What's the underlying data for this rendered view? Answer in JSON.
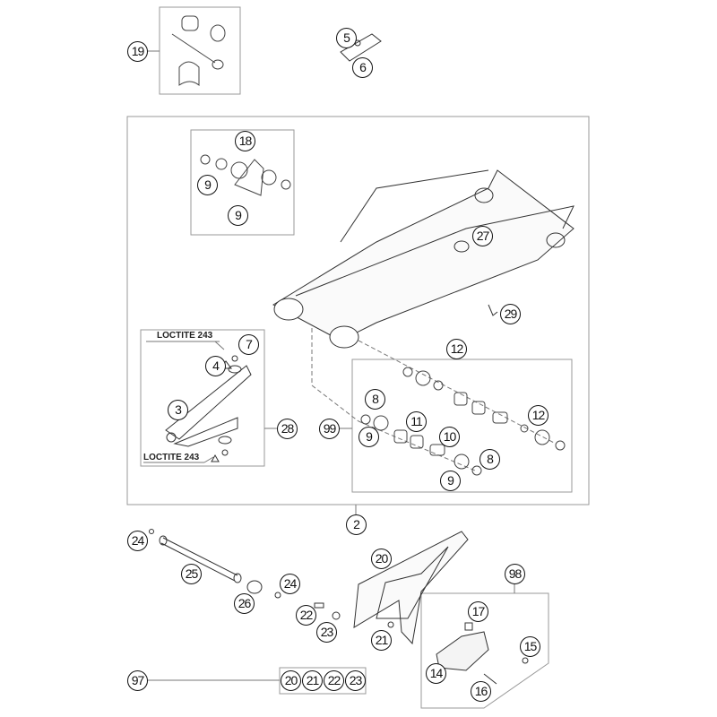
{
  "callouts": [
    "19",
    "5",
    "6",
    "18",
    "9",
    "9",
    "27",
    "29",
    "7",
    "4",
    "3",
    "28",
    "99",
    "8",
    "9",
    "11",
    "12",
    "12",
    "10",
    "8",
    "9",
    "2",
    "24",
    "25",
    "26",
    "24",
    "20",
    "22",
    "23",
    "21",
    "98",
    "17",
    "15",
    "14",
    "16",
    "97",
    "20",
    "21",
    "22",
    "23"
  ],
  "labels": {
    "loctite_top": "LOCTITE 243",
    "loctite_bottom": "LOCTITE 243"
  }
}
